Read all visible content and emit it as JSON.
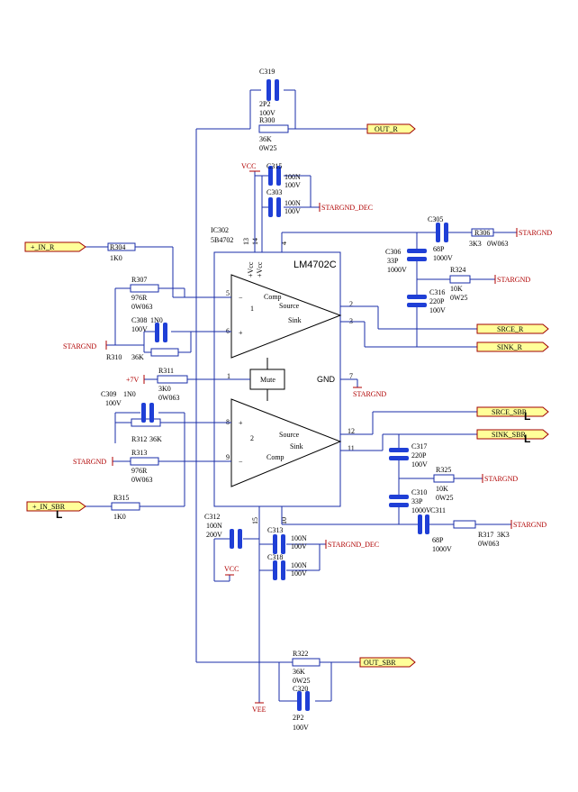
{
  "ic": {
    "refdes": "IC302",
    "code": "5B4702",
    "part": "LM4702C",
    "vcc1": "+Vcc",
    "vcc2": "+Vcc",
    "gnd": "GND",
    "mute": "Mute",
    "ch1": "1",
    "ch2": "2",
    "pin_labels": {
      "comp": "Comp",
      "source": "Source",
      "sink": "Sink"
    },
    "pins": {
      "p1": "1",
      "p2": "2",
      "p3": "3",
      "p4": "4",
      "p5": "5",
      "p6": "6",
      "p7": "7",
      "p8": "8",
      "p9": "9",
      "p10": "10",
      "p11": "11",
      "p12": "12",
      "p13": "13",
      "p14": "14",
      "p15": "15"
    }
  },
  "ports": {
    "in_r": "+_IN_R",
    "in_sbr": "+_IN_SBR",
    "out_r": "OUT_R",
    "out_sbr": "OUT_SBR",
    "srce_r": "SRCE_R",
    "sink_r": "SINK_R",
    "srce_sbr": "SRCE_SBR",
    "sink_sbr": "SINK_SBR"
  },
  "power": {
    "vcc": "VCC",
    "vee": "VEE",
    "p7v": "+7V",
    "stargnd": "STARGND",
    "stargnd_dec": "STARGND_DEC"
  },
  "parts": {
    "c319": {
      "ref": "C319",
      "v1": "2P2",
      "v2": "100V"
    },
    "r300": {
      "ref": "R300",
      "v1": "36K",
      "v2": "0W25"
    },
    "c315": {
      "ref": "C315",
      "v1": "100N",
      "v2": "100V"
    },
    "c303": {
      "ref": "C303",
      "v1": "100N",
      "v2": "100V"
    },
    "c305": {
      "ref": "C305",
      "v1": "68P",
      "v2": "1000V"
    },
    "r306": {
      "ref": "R306",
      "v1": "3K3",
      "v2": "0W063"
    },
    "c306": {
      "ref": "C306",
      "v1": "33P",
      "v2": "1000V"
    },
    "r324": {
      "ref": "R324",
      "v1": "10K",
      "v2": "0W25"
    },
    "c316": {
      "ref": "C316",
      "v1": "220P",
      "v2": "100V"
    },
    "r304": {
      "ref": "R304",
      "v1": "1K0"
    },
    "r307": {
      "ref": "R307",
      "v1": "976R",
      "v2": "0W063"
    },
    "c308": {
      "ref": "C308",
      "v1": "1N0",
      "v2": "100V"
    },
    "r310": {
      "ref": "R310",
      "v1": "36K"
    },
    "r311": {
      "ref": "R311",
      "v1": "3K0",
      "v2": "0W063"
    },
    "c309": {
      "ref": "C309",
      "v1": "1N0",
      "v2": "100V"
    },
    "r312": {
      "ref": "R312",
      "v1": "36K"
    },
    "r313": {
      "ref": "R313",
      "v1": "976R",
      "v2": "0W063"
    },
    "r315": {
      "ref": "R315",
      "v1": "1K0"
    },
    "c317": {
      "ref": "C317",
      "v1": "220P",
      "v2": "100V"
    },
    "r325": {
      "ref": "R325",
      "v1": "10K",
      "v2": "0W25"
    },
    "c310": {
      "ref": "C310",
      "v1": "33P",
      "v2": "1000V"
    },
    "c311": {
      "ref": "C311",
      "v1": "68P",
      "v2": "1000V"
    },
    "r317": {
      "ref": "R317",
      "v1": "3K3",
      "v2": "0W063"
    },
    "c312": {
      "ref": "C312",
      "v1": "100N",
      "v2": "200V"
    },
    "c313": {
      "ref": "C313",
      "v1": "100N",
      "v2": "100V"
    },
    "c318": {
      "ref": "C318",
      "v1": "100N",
      "v2": "100V"
    },
    "r322": {
      "ref": "R322",
      "v1": "36K",
      "v2": "0W25"
    },
    "c320": {
      "ref": "C320",
      "v1": "2P2",
      "v2": "100V"
    }
  },
  "marks": {
    "l": "L"
  }
}
